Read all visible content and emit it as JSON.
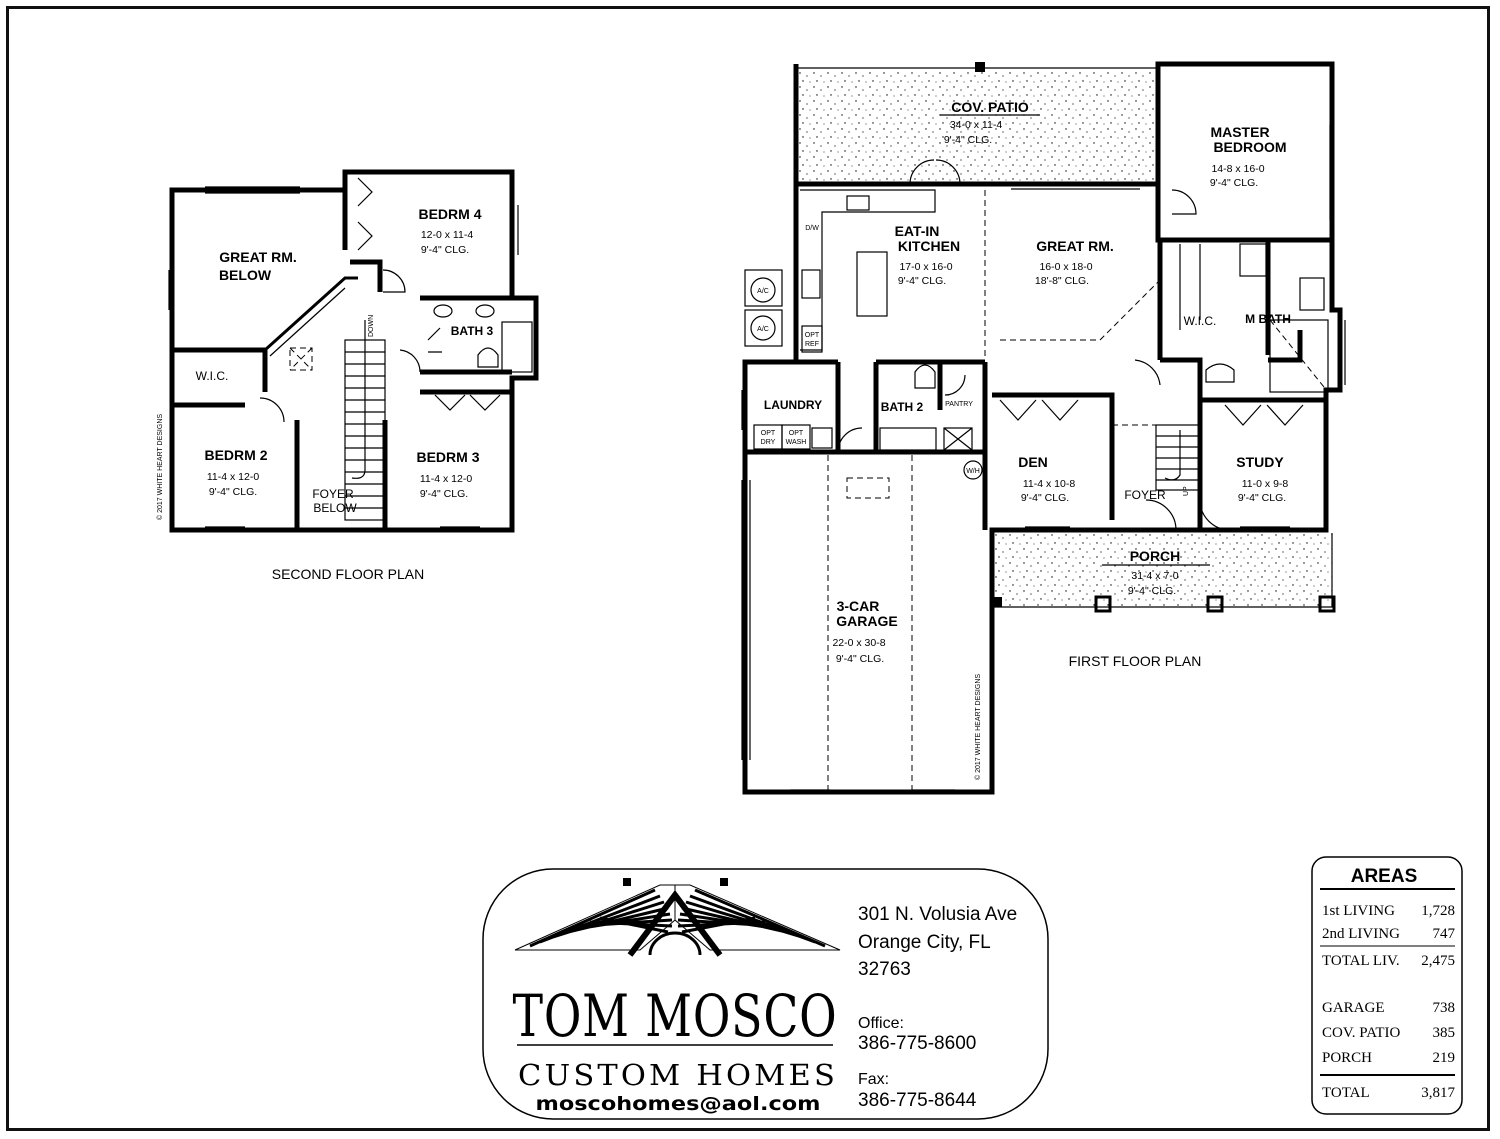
{
  "second_floor": {
    "caption": "SECOND FLOOR PLAN",
    "copyright": "© 2017 WHITE HEART DESIGNS",
    "rooms": {
      "great_rm_below": [
        "GREAT RM.",
        "BELOW"
      ],
      "bedrm4": {
        "name": "BEDRM 4",
        "size": "12-0 x 11-4",
        "clg": "9'-4\" CLG."
      },
      "bath3": "BATH 3",
      "wic": "W.I.C.",
      "down": "DOWN",
      "bedrm2": {
        "name": "BEDRM 2",
        "size": "11-4 x 12-0",
        "clg": "9'-4\" CLG."
      },
      "foyer_below": [
        "FOYER",
        "BELOW"
      ],
      "bedrm3": {
        "name": "BEDRM 3",
        "size": "11-4 x 12-0",
        "clg": "9'-4\" CLG."
      }
    }
  },
  "first_floor": {
    "caption": "FIRST FLOOR PLAN",
    "copyright": "© 2017 WHITE HEART DESIGNS",
    "rooms": {
      "cov_patio": {
        "name": "COV. PATIO",
        "size": "34-0 x 11-4",
        "clg": "9'-4\" CLG."
      },
      "master": {
        "name": [
          "MASTER",
          "BEDROOM"
        ],
        "size": "14-8 x 16-0",
        "clg": "9'-4\" CLG."
      },
      "kitchen": {
        "name": [
          "EAT-IN",
          "KITCHEN"
        ],
        "size": "17-0 x 16-0",
        "clg": "9'-4\" CLG."
      },
      "great_rm": {
        "name": "GREAT RM.",
        "size": "16-0 x 18-0",
        "clg": "18'-8\" CLG."
      },
      "wic": "W.I.C.",
      "mbath": "M BATH",
      "laundry": "LAUNDRY",
      "bath2": "BATH 2",
      "pantry": "PANTRY",
      "den": {
        "name": "DEN",
        "size": "11-4 x 10-8",
        "clg": "9'-4\" CLG."
      },
      "study": {
        "name": "STUDY",
        "size": "11-0 x 9-8",
        "clg": "9'-4\" CLG."
      },
      "foyer": "FOYER",
      "porch": {
        "name": "PORCH",
        "size": "31-4 x 7-0",
        "clg": "9'-4\" CLG."
      },
      "garage": {
        "name": [
          "3-CAR",
          "GARAGE"
        ],
        "size": "22-0 x 30-8",
        "clg": "9'-4\" CLG."
      }
    },
    "fixtures": {
      "ac": "A/C",
      "dw": "D/W",
      "opt_ref": [
        "OPT",
        "REF"
      ],
      "opt_dry": [
        "OPT",
        "DRY"
      ],
      "opt_wash": [
        "OPT",
        "WASH"
      ],
      "wh": "W/H",
      "up": "UP"
    }
  },
  "company": {
    "name_line1": "TOM MOSCO",
    "name_line2": "CUSTOM HOMES",
    "email": "moscohomes@aol.com",
    "address": [
      "301 N. Volusia Ave",
      "Orange City, FL",
      "32763"
    ],
    "office_label": "Office:",
    "office_phone": "386-775-8600",
    "fax_label": "Fax:",
    "fax_phone": "386-775-8644"
  },
  "areas": {
    "title": "AREAS",
    "rows": [
      {
        "label": "1st LIVING",
        "value": "1,728"
      },
      {
        "label": "2nd LIVING",
        "value": "747"
      },
      {
        "label": "TOTAL LIV.",
        "value": "2,475"
      },
      {
        "label": "GARAGE",
        "value": "738"
      },
      {
        "label": "COV. PATIO",
        "value": "385"
      },
      {
        "label": "PORCH",
        "value": "219"
      },
      {
        "label": "TOTAL",
        "value": "3,817"
      }
    ]
  },
  "colors": {
    "ink": "#000000",
    "paper": "#ffffff",
    "border": "#111111"
  }
}
